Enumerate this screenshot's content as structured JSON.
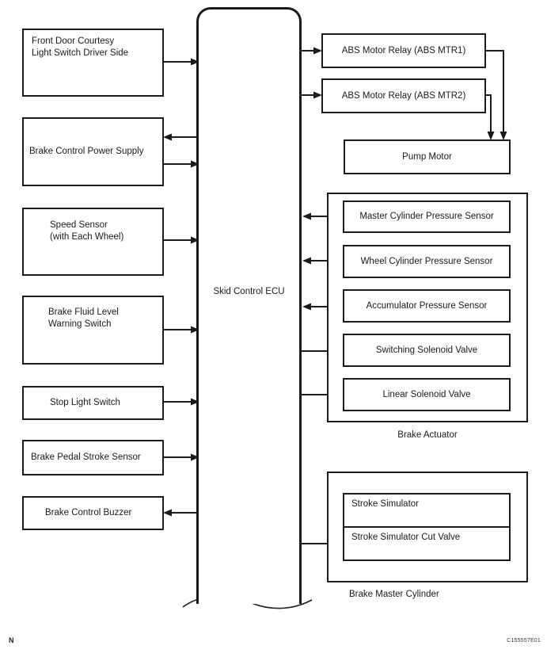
{
  "figure": {
    "footer_left": "N",
    "figure_code": "C155557E01"
  },
  "ecu": {
    "label": "Skid Control ECU"
  },
  "left_boxes": [
    {
      "label": "Front Door Courtesy\nLight Switch Driver Side"
    },
    {
      "label": "Brake Control Power Supply"
    },
    {
      "label": "Speed Sensor\n(with Each Wheel)"
    },
    {
      "label": "Brake Fluid Level\nWarning Switch"
    },
    {
      "label": "Stop Light Switch"
    },
    {
      "label": "Brake Pedal Stroke Sensor"
    },
    {
      "label": "Brake Control Buzzer"
    }
  ],
  "right_boxes": [
    {
      "label": "ABS Motor Relay (ABS MTR1)"
    },
    {
      "label": "ABS Motor Relay (ABS MTR2)"
    },
    {
      "label": "Pump Motor"
    }
  ],
  "brake_actuator": {
    "group_label": "Brake Actuator",
    "items": [
      {
        "label": "Master Cylinder Pressure Sensor"
      },
      {
        "label": "Wheel Cylinder Pressure Sensor"
      },
      {
        "label": "Accumulator Pressure Sensor"
      },
      {
        "label": "Switching Solenoid Valve"
      },
      {
        "label": "Linear Solenoid Valve"
      }
    ]
  },
  "brake_master_cylinder": {
    "group_label": "Brake Master Cylinder",
    "items": [
      {
        "label": "Stroke Simulator"
      },
      {
        "label": "Stroke Simulator Cut Valve"
      }
    ]
  },
  "colors": {
    "line": "#1a1a1a",
    "background": "#ffffff"
  }
}
